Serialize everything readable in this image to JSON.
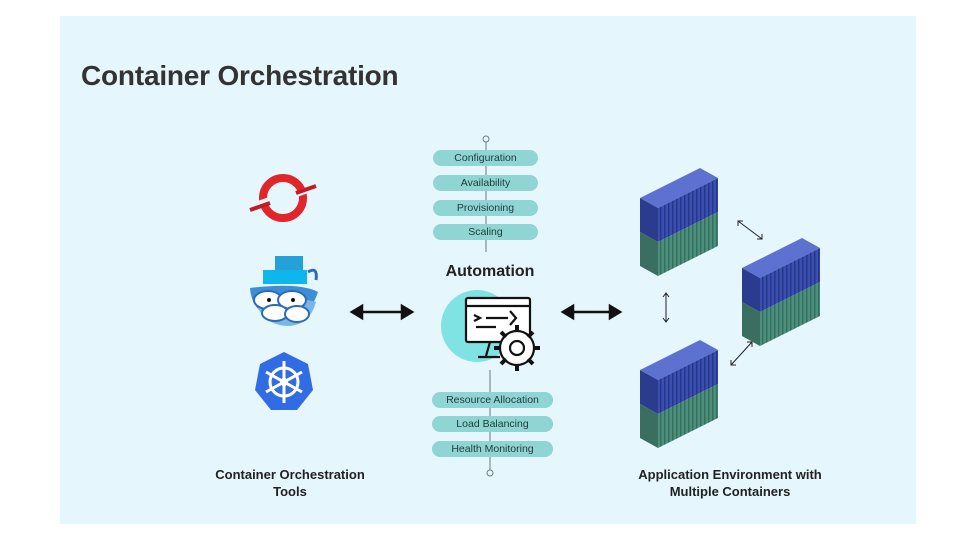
{
  "title": "Container Orchestration",
  "automation_label": "Automation",
  "top_features": [
    "Configuration",
    "Availability",
    "Provisioning",
    "Scaling"
  ],
  "bottom_features": [
    "Resource Allocation",
    "Load Balancing",
    "Health Monitoring"
  ],
  "left_caption": [
    "Container Orchestration",
    "Tools"
  ],
  "right_caption": [
    "Application Environment with",
    "Multiple Containers"
  ],
  "tools": [
    "openshift-logo",
    "docker-logo",
    "kubernetes-logo"
  ],
  "colors": {
    "panel": "#e6f6fd",
    "pill": "#8fd5d3",
    "kubernetes": "#326ce5",
    "openshift": "#e0252b",
    "container_blue": "#3a4fb0",
    "container_green": "#4d8e7c"
  }
}
